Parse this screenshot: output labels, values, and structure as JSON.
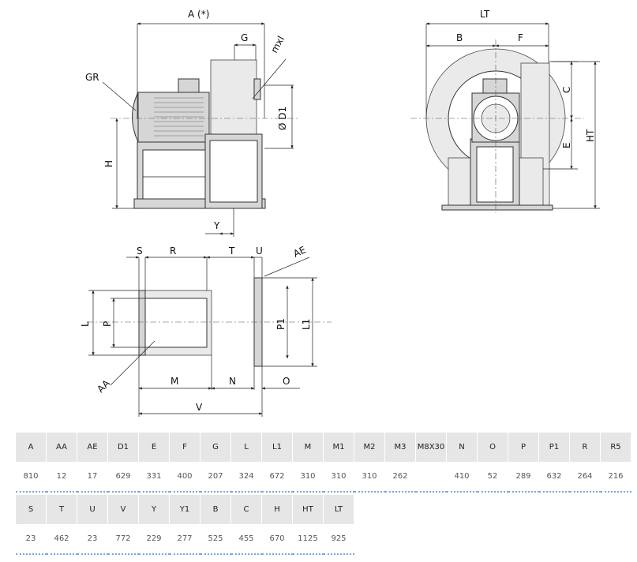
{
  "drawing": {
    "labels": {
      "a": "A (*)",
      "g": "G",
      "mxl": "mxl",
      "gr": "GR",
      "d1": "Ø D1",
      "h": "H",
      "y": "Y",
      "lt": "LT",
      "b": "B",
      "f": "F",
      "c": "C",
      "e": "E",
      "ht": "HT",
      "s": "S",
      "r": "R",
      "t": "T",
      "u": "U",
      "ae": "AE",
      "l": "L",
      "p": "P",
      "p1": "P1",
      "l1": "L1",
      "aa": "AA",
      "m": "M",
      "n": "N",
      "o": "O",
      "v": "V"
    }
  },
  "tables": [
    {
      "headers": [
        "A",
        "AA",
        "AE",
        "D1",
        "E",
        "F",
        "G",
        "L",
        "L1",
        "M",
        "M1",
        "M2",
        "M3",
        "M8X30",
        "N",
        "O",
        "P",
        "P1",
        "R",
        "R5"
      ],
      "values": [
        "810",
        "12",
        "17",
        "629",
        "331",
        "400",
        "207",
        "324",
        "672",
        "310",
        "310",
        "310",
        "262",
        "",
        "410",
        "52",
        "289",
        "632",
        "264",
        "216"
      ]
    },
    {
      "headers": [
        "S",
        "T",
        "U",
        "V",
        "Y",
        "Y1",
        "B",
        "C",
        "H",
        "HT",
        "LT"
      ],
      "values": [
        "23",
        "462",
        "23",
        "772",
        "229",
        "277",
        "525",
        "455",
        "670",
        "1125",
        "925"
      ]
    }
  ]
}
